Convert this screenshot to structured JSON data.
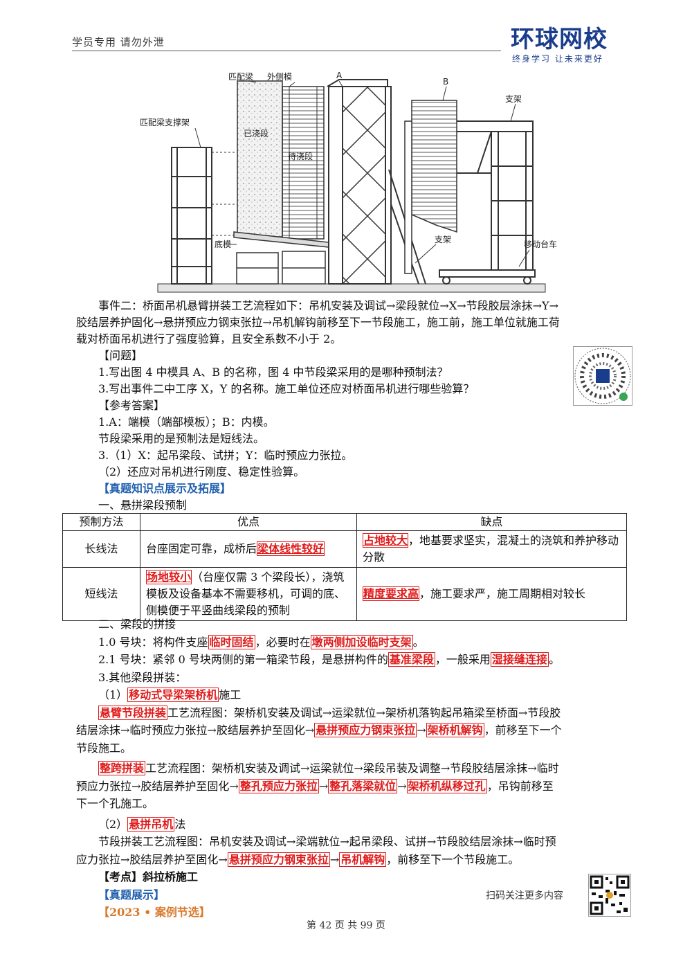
{
  "header": {
    "notice": "学员专用 请勿外泄",
    "logo_text": "环球网校",
    "logo_slogan": "终身学习 让未来更好"
  },
  "figure": {
    "labels": {
      "match_beam": "匹配梁",
      "outer_form": "外侧模",
      "a": "A",
      "b": "B",
      "support_top": "支架",
      "match_beam_support": "匹配梁支撑架",
      "poured": "已浇段",
      "to_pour": "待浇段",
      "bottom_form": "底模",
      "support_mid": "支架",
      "trolley": "移动台车"
    }
  },
  "event": {
    "p1": "事件二：桥面吊机悬臂拼装工艺流程如下：吊机安装及调试→梁段就位→X→节段胶层涂抹→Y→",
    "p2": "胶结层养护固化→悬拼预应力钢束张拉→吊机解钩前移至下一节段施工，施工前，施工单位就施工荷",
    "p3": "载对桥面吊机进行了强度验算，且安全系数不小于 2。"
  },
  "question": {
    "title": "【问题】",
    "q1": "1.写出图 4 中模具 A、B 的名称，图 4 中节段梁采用的是哪种预制法？",
    "q3": "3.写出事件二中工序 X，Y 的名称。施工单位还应对桥面吊机进行哪些验算？"
  },
  "answer": {
    "title": "【参考答案】",
    "a1": "1.A：端模（端部模板）；B：内模。",
    "a1b": "节段梁采用的是预制法是短线法。",
    "a3": "3.（1）X：起吊梁段、试拼；Y：临时预应力张拉。",
    "a3b": "（2）还应对吊机进行刚度、稳定性验算。"
  },
  "knowledge": {
    "title": "【真题知识点展示及拓展】",
    "sec1": "一、悬拼梁段预制"
  },
  "table": {
    "headers": [
      "预制方法",
      "优点",
      "缺点"
    ],
    "long": {
      "method": "长线法",
      "pro_plain": "台座固定可靠，成桥后",
      "pro_hl": "梁体线性较好",
      "con_hl": "占地较大",
      "con_plain": "，地基要求坚实，混凝土的浇筑和养护移动分散"
    },
    "short": {
      "method": "短线法",
      "pro_hl": "场地较小",
      "pro_plain": "（台座仅需 3 个梁段长），浇筑模板及设备基本不需要移机，可调的底、侧模便于平竖曲线梁段的预制",
      "con_hl": "精度要求高",
      "con_plain": "，施工要求严，施工周期相对较长"
    }
  },
  "splice": {
    "sec2": "二、梁段的拼接",
    "b0_a": "1.0 号块：将构件支座",
    "b0_k1": "临时固结",
    "b0_b": "，必要时在",
    "b0_k2": "墩两侧加设临时支架",
    "b0_c": "。",
    "b1_a": "2.1 号块：紧邻 0 号块两侧的第一箱梁节段，是悬拼构件的",
    "b1_k1": "基准梁段",
    "b1_b": "，一般采用",
    "b1_k2": "湿接缝连接",
    "b1_c": "。",
    "other": "3.其他梁段拼装：",
    "m1_a": "（1）",
    "m1_k": "移动式导梁架桥机",
    "m1_b": "施工",
    "cant_k": "悬臂节段拼装",
    "cant_l1": "工艺流程图：架桥机安装及调试→运梁就位→架桥机落钩起吊箱梁至桥面→节段胶",
    "cant_l2": "结层涂抹→临时预应力张拉→胶结层养护至固化→",
    "cant_k2": "悬拼预应力钢束张拉",
    "cant_arrow": "→",
    "cant_k3": "架桥机解钩",
    "cant_end": "，前移至下一个",
    "cant_l3": "节段施工。",
    "span_k": "整跨拼装",
    "span_l1": "工艺流程图：架桥机安装及调试→运梁就位→梁段吊装及调整→节段胶结层涂抹→临时",
    "span_l2": "预应力张拉→胶结层养护至固化→",
    "span_k2": "整孔预应力张拉",
    "span_arrow1": "→",
    "span_k3": "整孔落梁就位",
    "span_arrow2": "→",
    "span_k4": "架桥机纵移过孔",
    "span_end": "，吊钩前移至",
    "span_l3": "下一个孔施工。",
    "m2_a": "（2）",
    "m2_k": "悬拼吊机",
    "m2_b": "法",
    "seg_l1": "节段拼装工艺流程图：吊机安装及调试→梁端就位→起吊梁段、试拼→节段胶结层涂抹→临时预",
    "seg_l2": "应力张拉→胶结层养护至固化→",
    "seg_k1": "悬拼预应力钢束张拉",
    "seg_arrow": "→",
    "seg_k2": "吊机解钩",
    "seg_end": "，前移至下一个节段施工。"
  },
  "topic": {
    "label": "【考点】斜拉桥施工",
    "real": "【真题展示】",
    "year": "【2023 • 案例节选】"
  },
  "footer": {
    "scan": "扫码关注更多内容",
    "page": "第 42 页 共 99 页"
  }
}
